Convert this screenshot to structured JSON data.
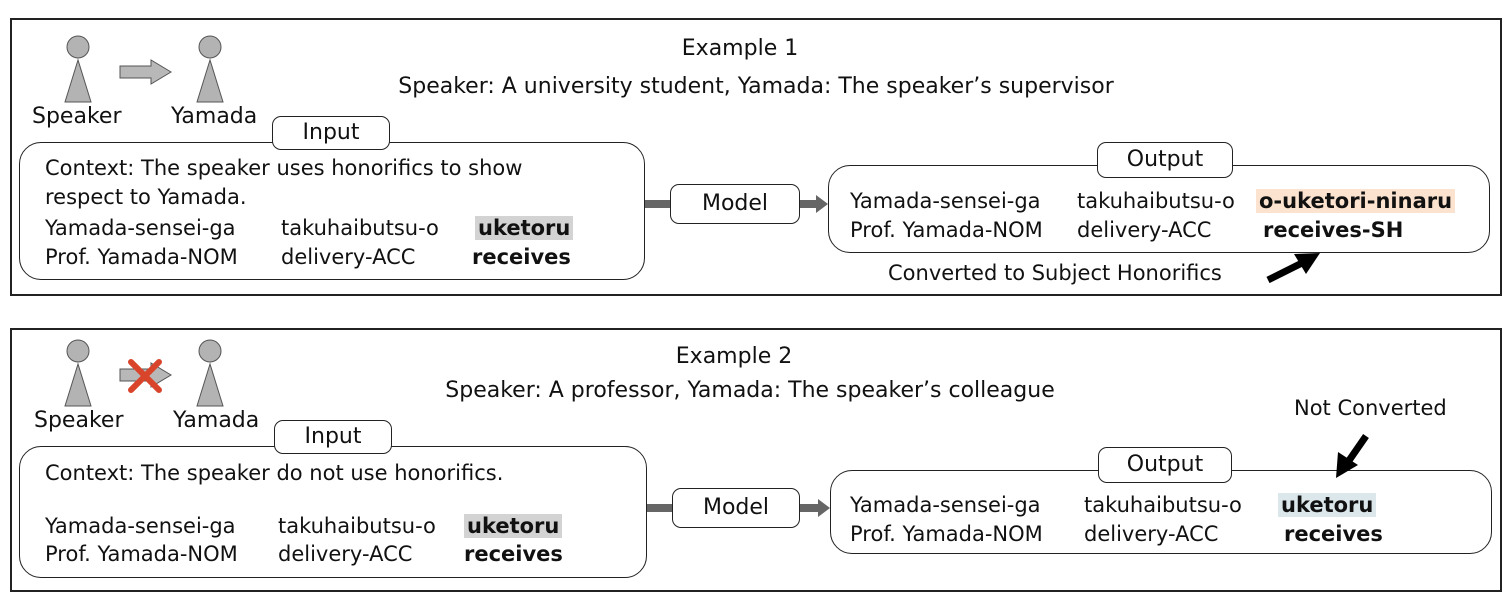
{
  "examples": [
    {
      "title": "Example 1",
      "subtitle": "Speaker: A university student, Yamada: The speaker’s supervisor",
      "speaker_label": "Speaker",
      "yamada_label": "Yamada",
      "relation": "allowed",
      "input_tag": "Input",
      "context_line1": "Context: The speaker uses honorifics to show",
      "context_line2": "respect to Yamada.",
      "input_words": [
        "Yamada-sensei-ga",
        "takuhaibutsu-o",
        "uketoru"
      ],
      "input_gloss": [
        "Prof. Yamada-NOM",
        "delivery-ACC",
        "receives"
      ],
      "model_label": "Model",
      "output_tag": "Output",
      "output_words": [
        "Yamada-sensei-ga",
        "takuhaibutsu-o",
        "o-uketori-ninaru"
      ],
      "output_gloss": [
        "Prof. Yamada-NOM",
        "delivery-ACC",
        "receives-SH"
      ],
      "annotation": "Converted to Subject Honorifics"
    },
    {
      "title": "Example 2",
      "subtitle": "Speaker: A professor, Yamada: The speaker’s colleague",
      "speaker_label": "Speaker",
      "yamada_label": "Yamada",
      "relation": "blocked",
      "input_tag": "Input",
      "context_line1": "Context: The speaker do not use honorifics.",
      "context_line2": "",
      "input_words": [
        "Yamada-sensei-ga",
        "takuhaibutsu-o",
        "uketoru"
      ],
      "input_gloss": [
        "Prof. Yamada-NOM",
        "delivery-ACC",
        "receives"
      ],
      "model_label": "Model",
      "output_tag": "Output",
      "output_words": [
        "Yamada-sensei-ga",
        "takuhaibutsu-o",
        "uketoru"
      ],
      "output_gloss": [
        "Prof. Yamada-NOM",
        "delivery-ACC",
        "receives"
      ],
      "annotation": "Not Converted"
    }
  ],
  "colors": {
    "person_fill": "#b3b3b3",
    "arrow_fill": "#b8b8b8",
    "cross": "#d9452b",
    "connector": "#666666",
    "highlight_input": "#d3d3d3",
    "highlight_output_converted": "#fbe3cf",
    "highlight_output_unchanged": "#dce7ec"
  },
  "icons": [
    "person-icon",
    "right-arrow-icon",
    "cross-icon",
    "pointer-arrow-icon"
  ]
}
